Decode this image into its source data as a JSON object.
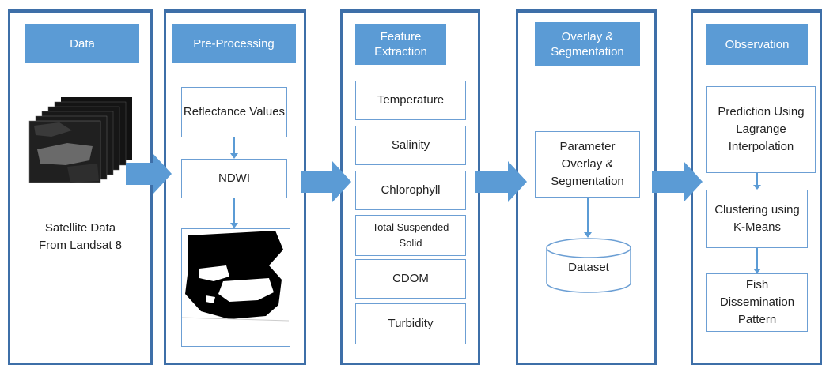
{
  "stages": {
    "data": {
      "title": "Data",
      "caption_line1": "Satellite Data",
      "caption_line2": "From Landsat 8"
    },
    "preprocessing": {
      "title": "Pre-Processing",
      "reflectance": "Reflectance Values",
      "ndwi": "NDWI"
    },
    "feature": {
      "title": "Feature Extraction",
      "items": [
        "Temperature",
        "Salinity",
        "Chlorophyll",
        "Total Suspended Solid",
        "CDOM",
        "Turbidity"
      ]
    },
    "overlay": {
      "title": "Overlay & Segmentation",
      "param": "Parameter Overlay & Segmentation",
      "dataset": "Dataset"
    },
    "observation": {
      "title": "Observation",
      "prediction": "Prediction Using Lagrange Interpolation",
      "clustering": "Clustering using K-Means",
      "fish": "Fish Dissemination Pattern"
    }
  },
  "colors": {
    "header_fill": "#5b9bd5",
    "panel_border": "#3e6fa8",
    "arrow": "#5b9bd5",
    "box_border": "#6c9fd4"
  }
}
